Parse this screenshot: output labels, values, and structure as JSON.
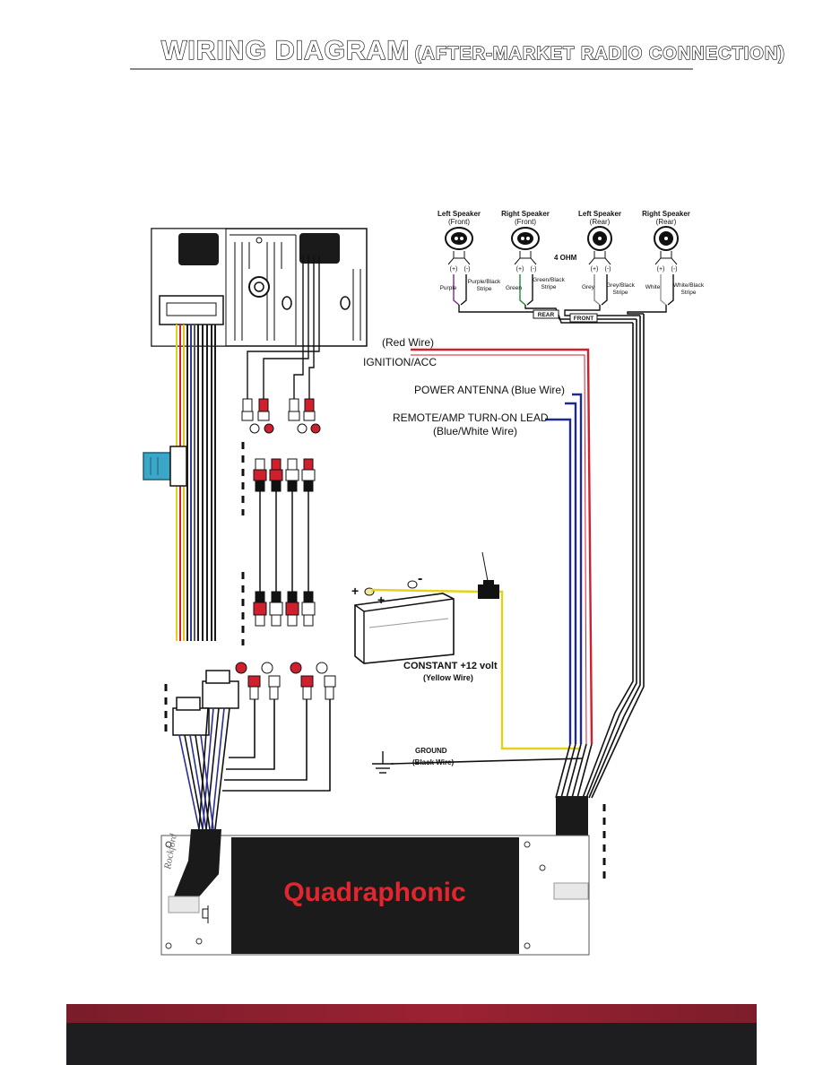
{
  "header": {
    "title_main": "WIRING DIAGRAM",
    "title_sub": "(AFTER-MARKET RADIO CONNECTION)"
  },
  "speakers": [
    {
      "name": "Left Speaker",
      "pos": "(Front)",
      "plus": "(+)",
      "minus": "(-)",
      "wire_pos": "Purple",
      "wire_neg_1": "Purple/Black",
      "wire_neg_2": "Stripe"
    },
    {
      "name": "Right Speaker",
      "pos": "(Front)",
      "plus": "(+)",
      "minus": "(-)",
      "wire_pos": "Green",
      "wire_neg_1": "Green/Black",
      "wire_neg_2": "Stripe"
    },
    {
      "name": "Left Speaker",
      "pos": "(Rear)",
      "plus": "(+)",
      "minus": "(-)",
      "wire_pos": "Grey",
      "wire_neg_1": "Grey/Black",
      "wire_neg_2": "Stripe"
    },
    {
      "name": "Right Speaker",
      "pos": "(Rear)",
      "plus": "(+)",
      "minus": "(-)",
      "wire_pos": "White",
      "wire_neg_1": "White/Black",
      "wire_neg_2": "Stripe"
    }
  ],
  "impedance": "4 OHM",
  "tags": {
    "rear": "REAR",
    "front": "FRONT"
  },
  "wires": {
    "red": "(Red Wire)",
    "ignition": "IGNITION/ACC",
    "antenna": "POWER ANTENNA  (Blue Wire)",
    "remote_1": "REMOTE/AMP TURN-ON LEAD",
    "remote_2": "(Blue/White Wire)",
    "constant_1": "CONSTANT +12 volt",
    "constant_2": "(Yellow Wire)",
    "ground_1": "GROUND",
    "ground_2": "(Black Wire)"
  },
  "battery": {
    "plus_1": "+",
    "plus_2": "+",
    "minus": "-"
  },
  "amplifier": {
    "brand": "Quadraphonic",
    "side_logo": "Rockford"
  },
  "colors": {
    "red": "#d0202e",
    "blue": "#1f2a8c",
    "yellow": "#e3d21a",
    "brand_red": "#e0262e",
    "footer_red": "#8e2030",
    "footer_dark": "#1e1e20"
  }
}
